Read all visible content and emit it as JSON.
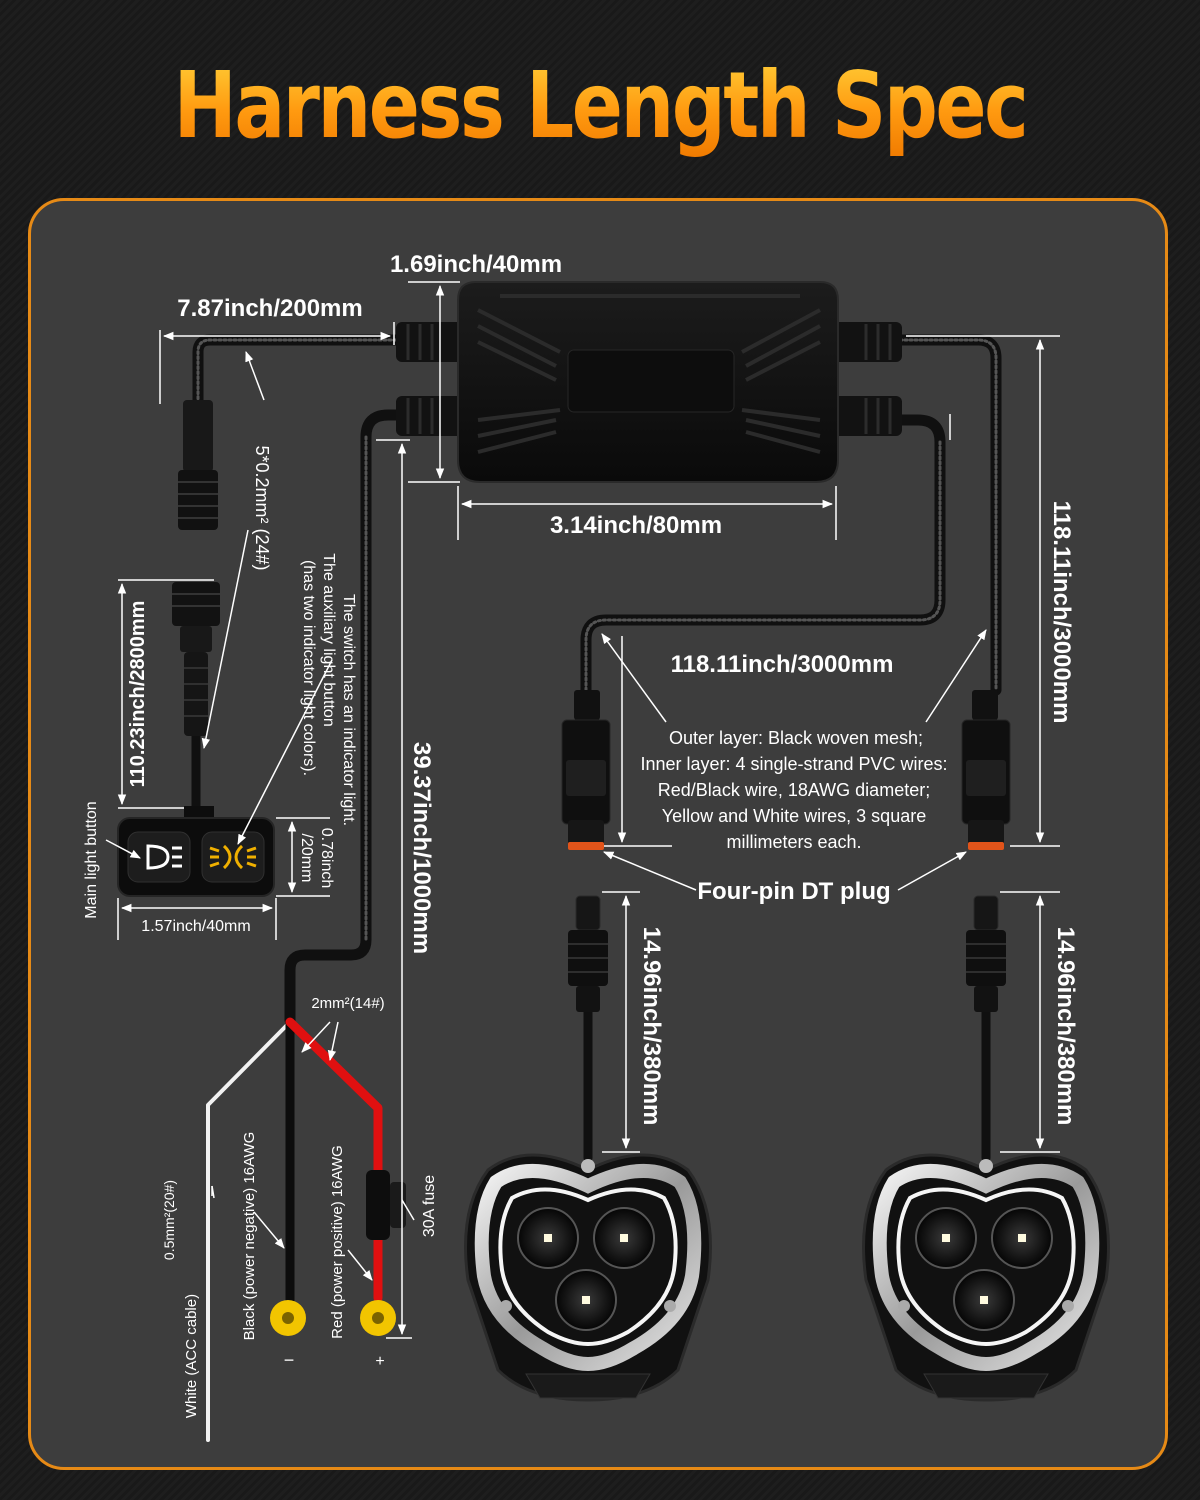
{
  "title": "Harness Length Spec",
  "colors": {
    "accent": "#ff9a10",
    "panel": "#3d3d3d",
    "red_wire": "#e01010",
    "terminal": "#f2c500"
  },
  "dimensions": {
    "box_height": "1.69inch/40mm",
    "switch_lead": "7.87inch/200mm",
    "box_width": "3.14inch/80mm",
    "right_lead_vertical": "118.11inch/3000mm",
    "light_lead_horizontal": "118.11inch/3000mm",
    "switch_cable": "110.23inch/2800mm",
    "switch_width": "1.57inch/40mm",
    "switch_height_1": "0.78inch",
    "switch_height_2": "/20mm",
    "power_cable": "39.37inch/1000mm",
    "light_pigtail_left": "14.96inch/380mm",
    "light_pigtail_right": "14.96inch/380mm"
  },
  "labels": {
    "wire_gauge_switch": "5*0.2mm² (24#)",
    "switch_note_1": "The switch has an indicator light.",
    "switch_note_2": "The auxiliary light button",
    "switch_note_3": "(has two indicator light colors).",
    "main_light_button": "Main light button",
    "wire_gauge_power": "2mm²(14#)",
    "white_gauge": "0.5mm²(20#)",
    "white_cable": "White (ACC cable)",
    "black_cable": "Black (power negative) 16AWG",
    "red_cable": "Red (power positive) 16AWG",
    "minus": "−",
    "plus": "+",
    "fuse": "30A fuse",
    "dt_plug": "Four-pin DT plug"
  },
  "wire_note": [
    "Outer layer: Black woven mesh;",
    "Inner layer: 4 single-strand PVC wires:",
    "Red/Black wire, 18AWG diameter;",
    "Yellow and White wires, 3 square",
    "millimeters each."
  ]
}
